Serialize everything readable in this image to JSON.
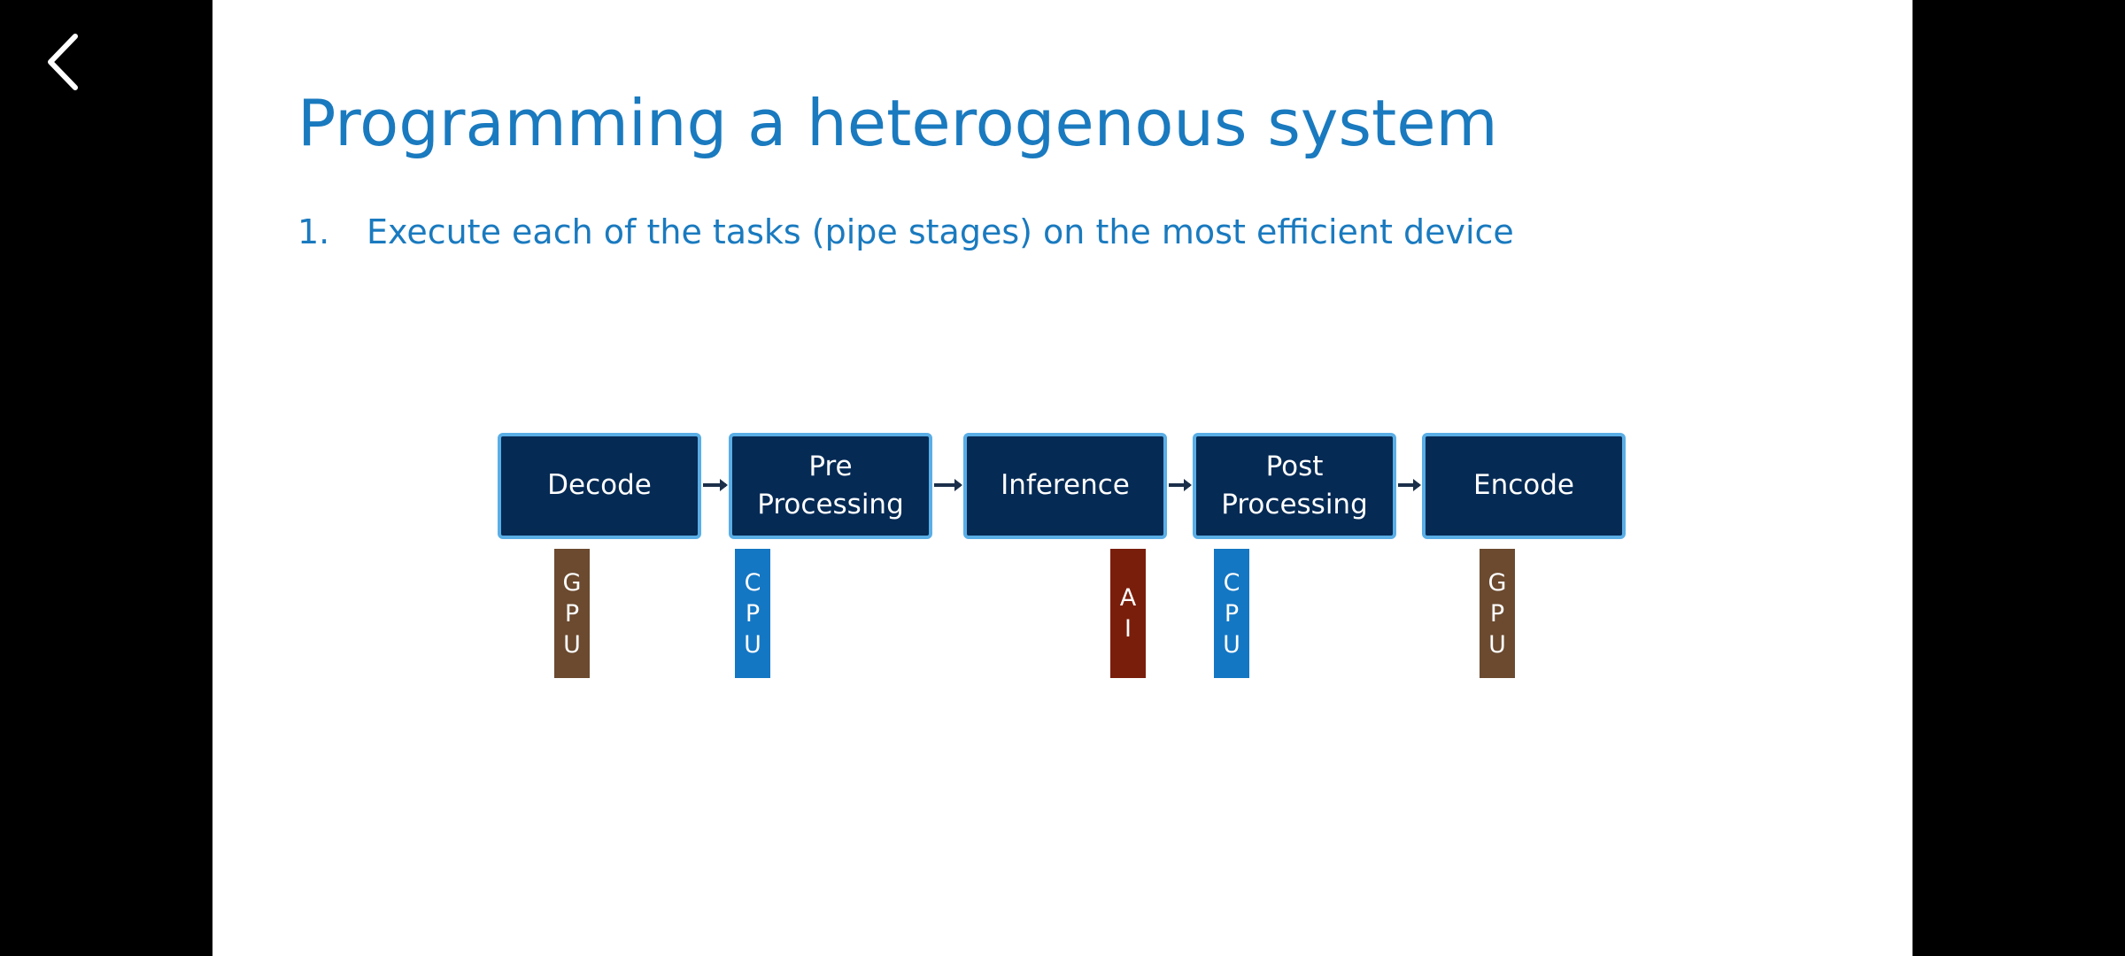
{
  "viewer": {
    "back_icon": "chevron-left-icon",
    "background": "#000000"
  },
  "slide": {
    "title": "Programming a heterogenous system",
    "bullet": {
      "number": "1.",
      "text": "Execute each of the tasks (pipe stages) on the most efficient device"
    },
    "colors": {
      "title": "#1a7abf",
      "stage_fill": "#052a54",
      "stage_border": "#5aaee6"
    },
    "pipeline": [
      {
        "label": "Decode",
        "device": [
          "G",
          "P",
          "U"
        ],
        "device_color": "#6b4a2f"
      },
      {
        "label": "Pre Processing",
        "device": [
          "C",
          "P",
          "U"
        ],
        "device_color": "#1477c4"
      },
      {
        "label": "Inference",
        "device": [
          "A",
          "I"
        ],
        "device_color": "#7a1e0c"
      },
      {
        "label": "Post Processing",
        "device": [
          "C",
          "P",
          "U"
        ],
        "device_color": "#1477c4"
      },
      {
        "label": "Encode",
        "device": [
          "G",
          "P",
          "U"
        ],
        "device_color": "#6b4a2f"
      }
    ]
  }
}
